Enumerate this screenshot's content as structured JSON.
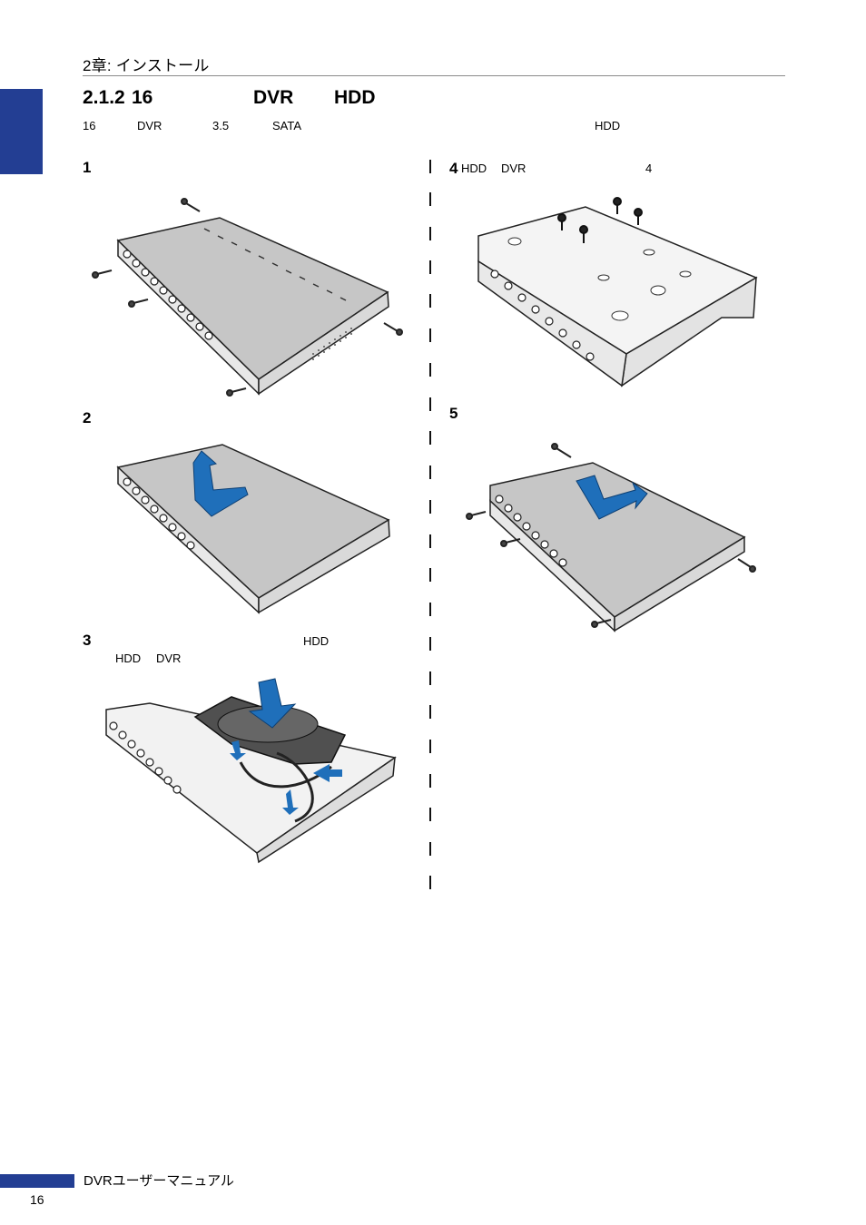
{
  "header": {
    "chapter_title": "2章: インストール"
  },
  "section": {
    "number": "2.1.2",
    "title_parts": [
      "16",
      "DVR",
      "HDD"
    ],
    "intro_parts": [
      "16",
      "DVR",
      "3.5",
      "SATA",
      "HDD"
    ]
  },
  "steps": [
    {
      "num": "1"
    },
    {
      "num": "2"
    },
    {
      "num": "3",
      "parts": [
        "HDD",
        "HDD",
        "DVR"
      ]
    },
    {
      "num": "4",
      "parts": [
        "HDD",
        "DVR",
        "4"
      ]
    },
    {
      "num": "5"
    }
  ],
  "colors": {
    "accent": "#233e93",
    "arrow_blue": "#1f6fba",
    "case_grey": "#c8c8c8"
  },
  "footer": {
    "manual_title": "DVRユーザーマニュアル",
    "page_number": "16"
  }
}
